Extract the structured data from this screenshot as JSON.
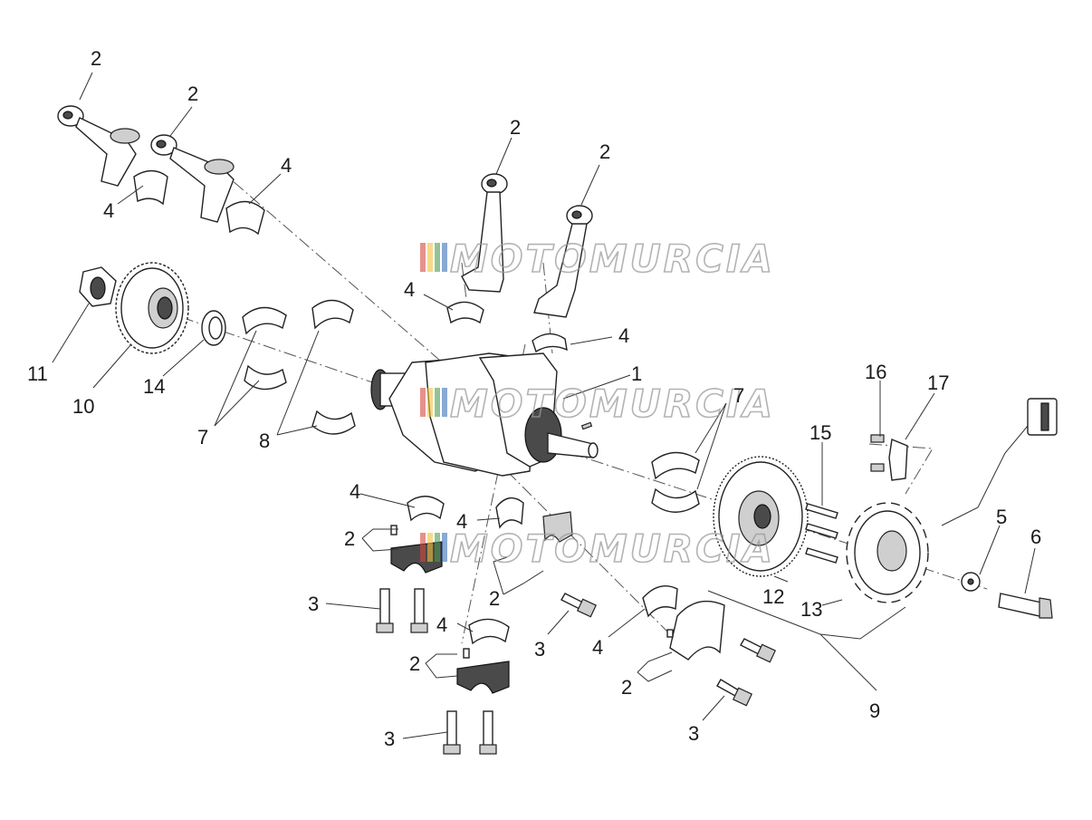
{
  "diagram": {
    "watermark_text": "MOTOMURCIA",
    "watermark_colors": [
      "#d6473c",
      "#f2c23a",
      "#4a9a57",
      "#3a6fb8"
    ],
    "labels": {
      "l1": "1",
      "l2a": "2",
      "l2b": "2",
      "l2c": "2",
      "l2d": "2",
      "l2e": "2",
      "l2f": "2",
      "l2g": "2",
      "l2h": "2",
      "l3a": "3",
      "l3b": "3",
      "l3c": "3",
      "l3d": "3",
      "l4a": "4",
      "l4b": "4",
      "l4c": "4",
      "l4d": "4",
      "l4e": "4",
      "l4f": "4",
      "l4g": "4",
      "l4h": "4",
      "l5": "5",
      "l6": "6",
      "l7a": "7",
      "l7b": "7",
      "l8": "8",
      "l9": "9",
      "l10": "10",
      "l11": "11",
      "l12": "12",
      "l13": "13",
      "l14": "14",
      "l15": "15",
      "l16": "16",
      "l17": "17"
    }
  }
}
